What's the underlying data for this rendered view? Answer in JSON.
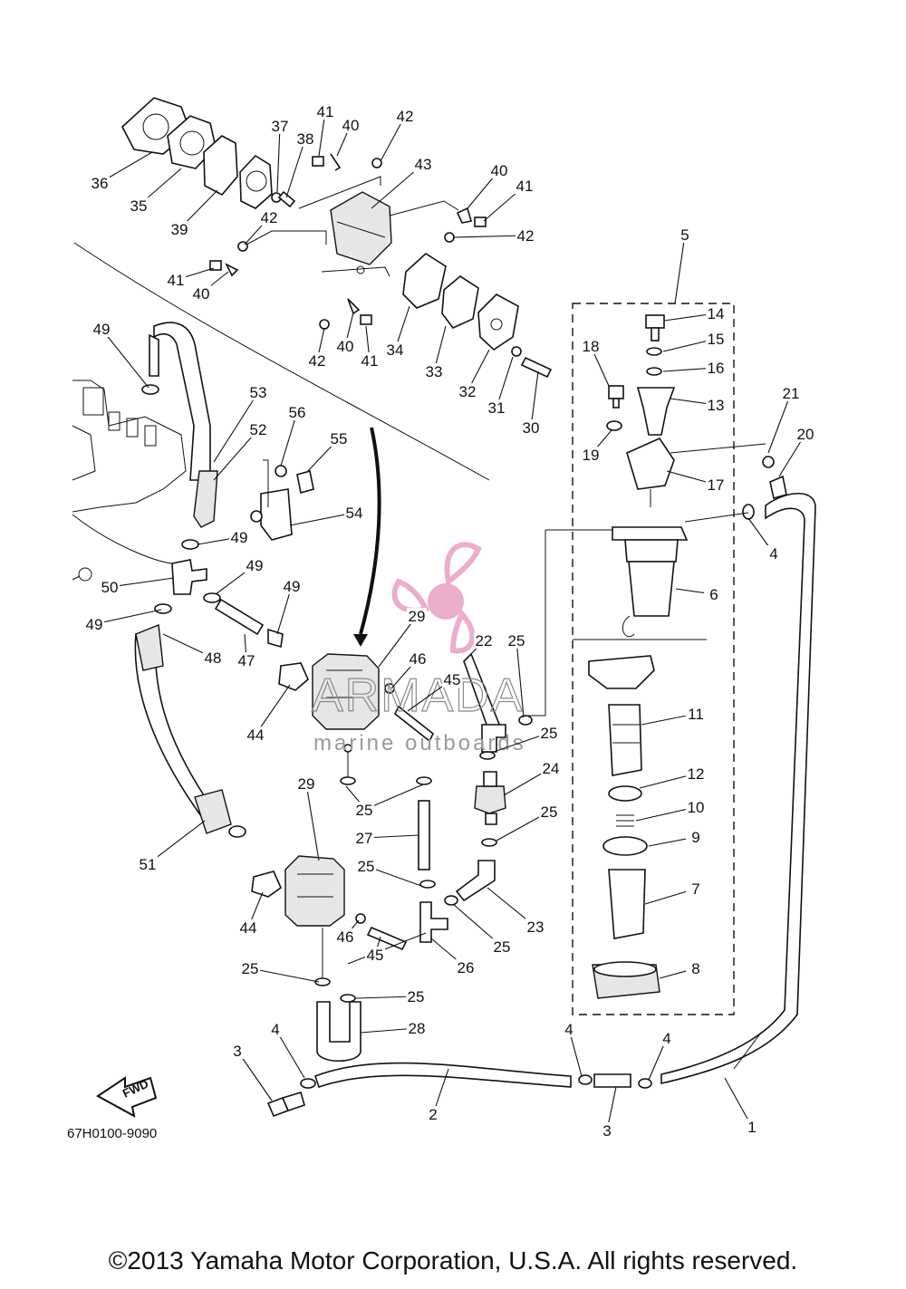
{
  "diagram": {
    "drawing_code": "67H0100-9090",
    "fwd_label": "FWD",
    "copyright": "©2013 Yamaha Motor Corporation, U.S.A. All rights reserved.",
    "watermark": {
      "brand": "ARMADA",
      "tagline": "marine outboards",
      "accent_color": "#e8a0c4"
    },
    "callouts": [
      "1",
      "2",
      "3",
      "3",
      "4",
      "4",
      "4",
      "4",
      "5",
      "6",
      "7",
      "8",
      "9",
      "10",
      "11",
      "12",
      "13",
      "14",
      "15",
      "16",
      "17",
      "18",
      "19",
      "20",
      "21",
      "22",
      "23",
      "24",
      "25",
      "25",
      "25",
      "25",
      "25",
      "25",
      "25",
      "25",
      "25",
      "26",
      "27",
      "28",
      "29",
      "29",
      "30",
      "31",
      "32",
      "33",
      "34",
      "35",
      "36",
      "37",
      "38",
      "39",
      "40",
      "40",
      "40",
      "40",
      "41",
      "41",
      "41",
      "41",
      "42",
      "42",
      "42",
      "42",
      "43",
      "44",
      "44",
      "45",
      "45",
      "46",
      "46",
      "47",
      "48",
      "49",
      "49",
      "49",
      "49",
      "49",
      "50",
      "51",
      "52",
      "53",
      "54",
      "55",
      "56"
    ]
  }
}
